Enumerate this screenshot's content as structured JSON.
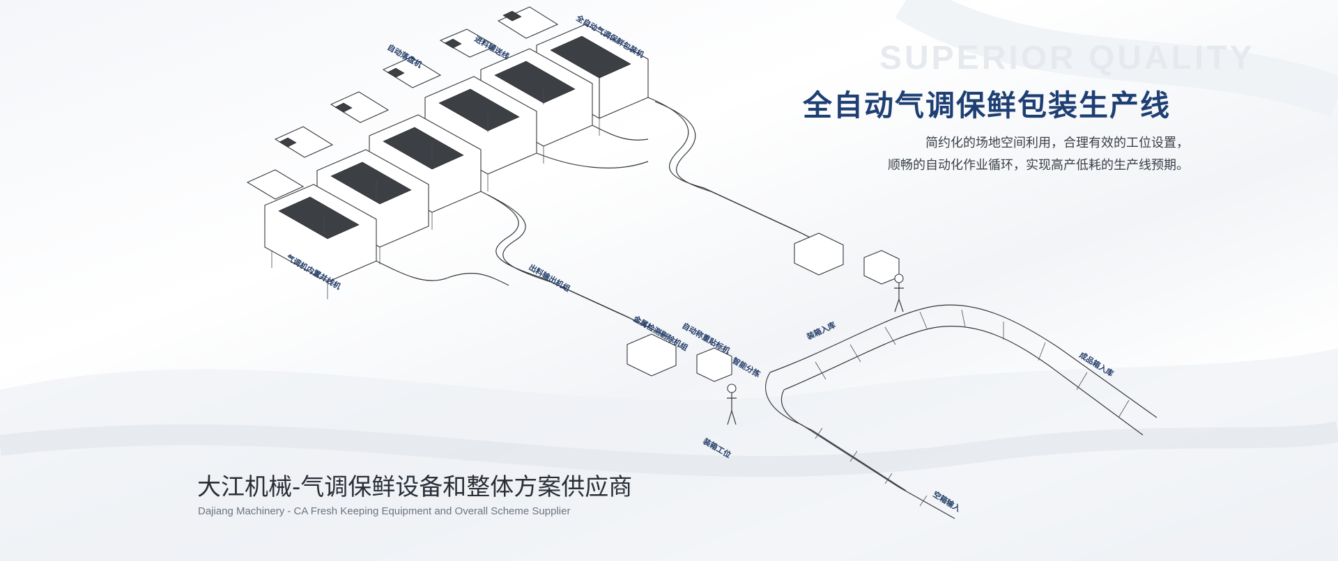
{
  "hero": {
    "watermark": "SUPERIOR QUALITY",
    "headline": "全自动气调保鲜包装生产线",
    "description_lines": [
      "简约化的场地空间利用，合理有效的工位设置，",
      "顺畅的自动化作业循环，实现高产低耗的生产线预期。"
    ]
  },
  "footer": {
    "company_cn": "大江机械-气调保鲜设备和整体方案供应商",
    "company_en": "Dajiang Machinery - CA Fresh Keeping Equipment and Overall Scheme Supplier"
  },
  "diagram": {
    "labels": {
      "packer": "全自动气调保鲜包装机",
      "feeder": "进料输送线",
      "auto_tray": "自动落盘机",
      "inline": "气调机内置并线机",
      "outfeed": "出料输出机组",
      "metal": "金属检测剔除机组",
      "weigh": "自动称重贴标机",
      "sort": "智能分拣",
      "boxing": "装箱工位",
      "box_in": "装箱入库",
      "finished": "成品箱入库",
      "empty_box": "空箱输入"
    }
  },
  "colors": {
    "headline": "#1e3f73",
    "label": "#203a66",
    "line_art": "#33363b"
  }
}
